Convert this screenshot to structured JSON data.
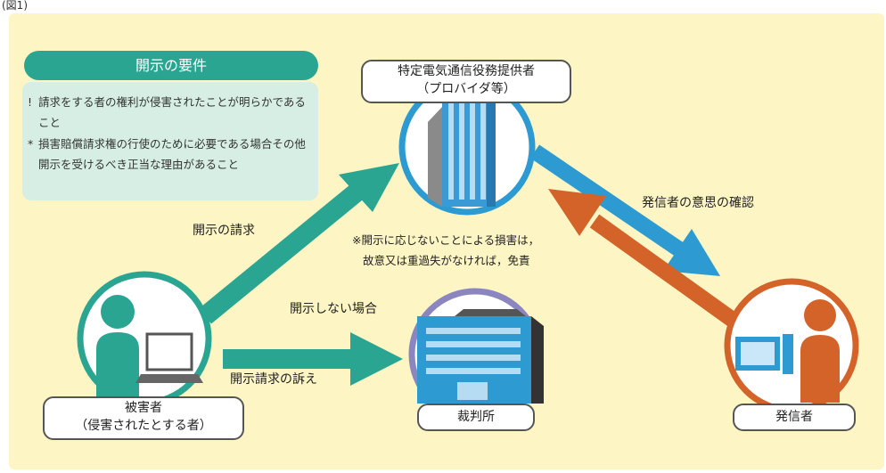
{
  "figure_label": "(図1)",
  "requirements": {
    "title": "開示の要件",
    "item1_marker": "!",
    "item1": "請求をする者の権利が侵害されたことが明らかであること",
    "item2_marker": "*",
    "item2": "損害賠償請求権の行使のために必要である場合その他開示を受けるべき正当な理由があること"
  },
  "provider": {
    "line1": "特定電気通信役務提供者",
    "line2": "（プロバイダ等）"
  },
  "victim": {
    "line1": "被害者",
    "line2": "（侵害されたとする者）"
  },
  "court": {
    "label": "裁判所"
  },
  "sender": {
    "label": "発信者"
  },
  "arrows": {
    "disclosure_request": "開示の請求",
    "if_not_disclosed": "開示しない場合",
    "lawsuit": "開示請求の訴え",
    "sender_intent": "発信者の意思の確認"
  },
  "note": {
    "line1": "※開示に応じないことによる損害は，",
    "line2": "故意又は重過失がなければ，免責"
  },
  "colors": {
    "green": "#2aa592",
    "blue": "#2e9ad2",
    "orange": "#d4632a",
    "purple": "#8b86bf",
    "panel": "#fdf5c4"
  }
}
